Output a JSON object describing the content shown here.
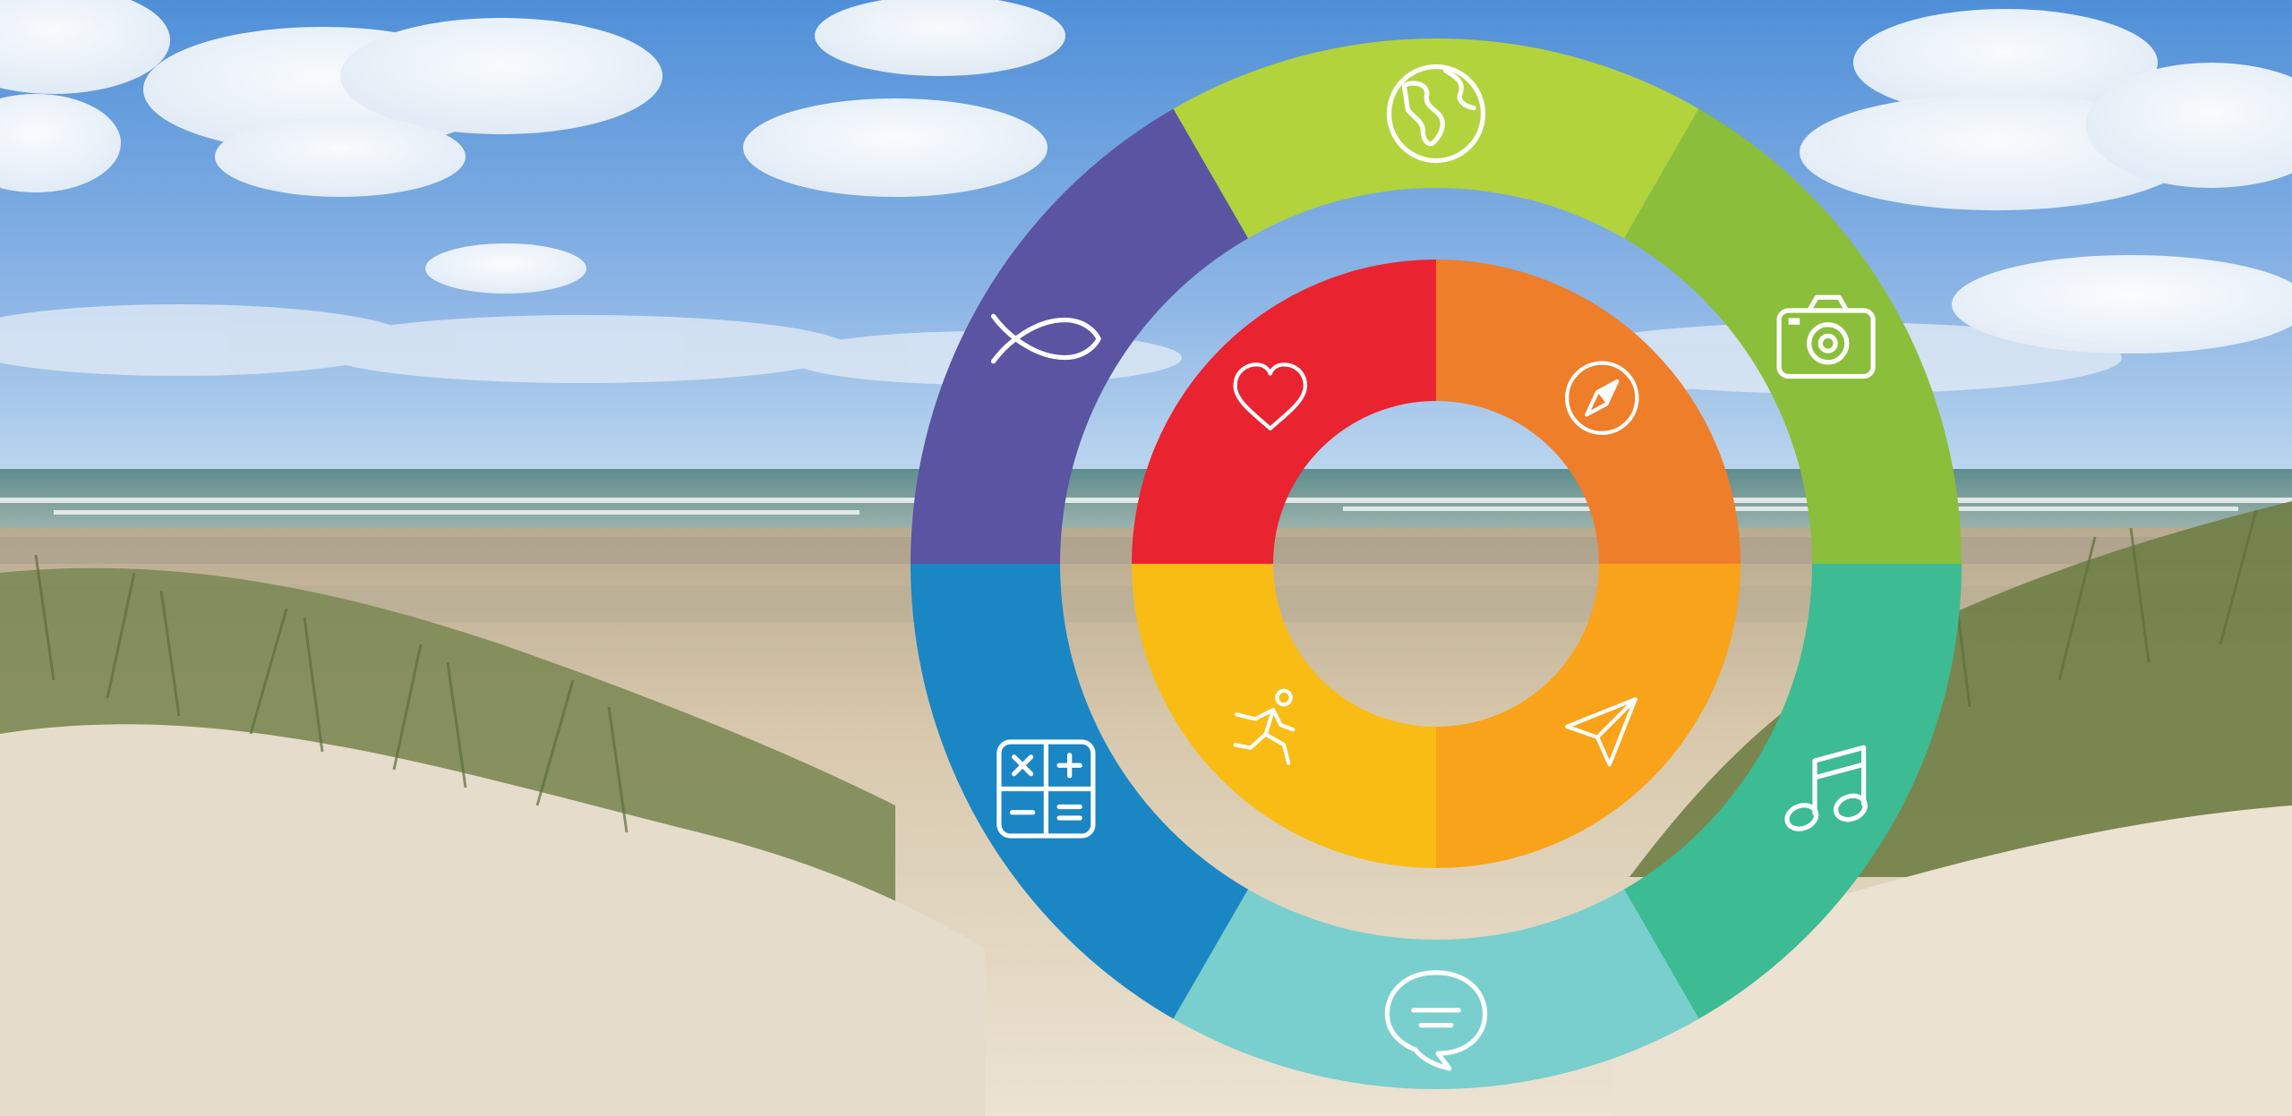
{
  "colors": {
    "sky_top": "#4f8fd8",
    "sky_horizon": "#bcd6ee",
    "sea": "#6f9c9c",
    "sand_wet": "#b7a98e",
    "sand_dry": "#e8ddcb",
    "grass": "#7f8c55",
    "icon": "#ffffff"
  },
  "launcher": {
    "outer_ring": [
      {
        "id": "world",
        "icon": "globe-icon",
        "color": "#b2d33c"
      },
      {
        "id": "camera",
        "icon": "camera-icon",
        "color": "#8bbe3a"
      },
      {
        "id": "music",
        "icon": "music-note-icon",
        "color": "#3dbb93"
      },
      {
        "id": "messages",
        "icon": "chat-bubble-icon",
        "color": "#78cfcd"
      },
      {
        "id": "calculator",
        "icon": "calculator-icon",
        "color": "#1b86c4"
      },
      {
        "id": "fish",
        "icon": "fish-icon",
        "color": "#5a54a3"
      }
    ],
    "inner_ring": [
      {
        "id": "compass",
        "icon": "compass-icon",
        "color": "#ee7e2a"
      },
      {
        "id": "send",
        "icon": "paper-plane-icon",
        "color": "#f9a31a"
      },
      {
        "id": "activity",
        "icon": "running-figure-icon",
        "color": "#f8bc15"
      },
      {
        "id": "favorites",
        "icon": "heart-icon",
        "color": "#ea2330"
      }
    ]
  }
}
